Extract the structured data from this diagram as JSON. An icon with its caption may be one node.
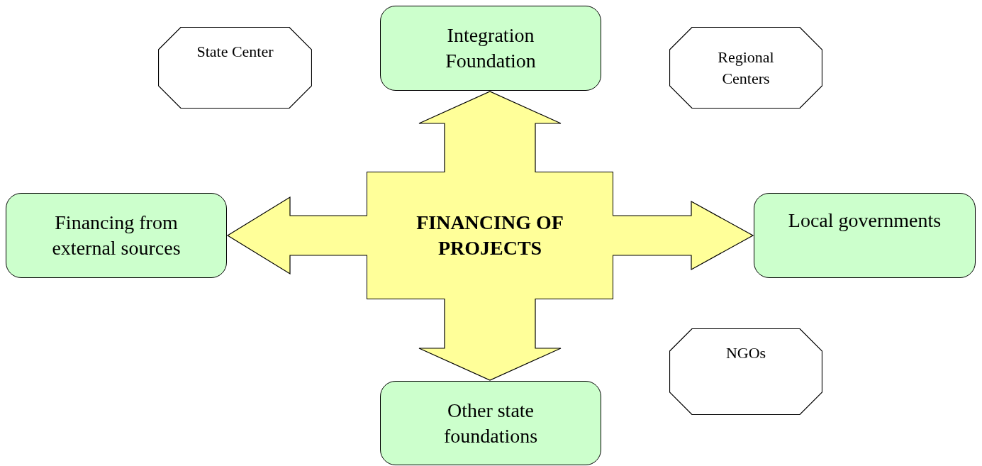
{
  "diagram": {
    "nodes": [
      {
        "text": [
          "State Center"
        ]
      },
      {
        "text": [
          "Integration Foundation"
        ]
      },
      {
        "text": [
          "Regional Centers"
        ]
      },
      {
        "text": [
          "Financing from external sources"
        ]
      },
      {
        "text": [
          "FINANCING OF PROJECTS"
        ]
      },
      {
        "text": [
          "Local governments"
        ]
      },
      {
        "text": [
          "NGOs"
        ]
      },
      {
        "text": [
          "Other state foundations"
        ]
      }
    ],
    "edges": [
      {
        "from": 4,
        "to": 1,
        "arrow": "to"
      },
      {
        "from": 4,
        "to": 3,
        "arrow": "to"
      },
      {
        "from": 4,
        "to": 5,
        "arrow": "to"
      },
      {
        "from": 4,
        "to": 7,
        "arrow": "to"
      }
    ]
  }
}
